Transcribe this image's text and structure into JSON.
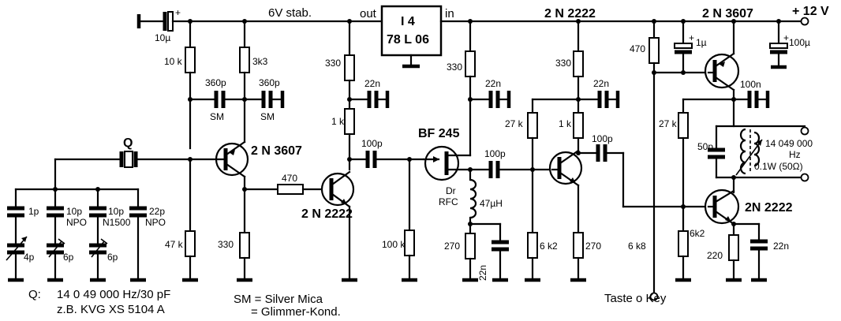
{
  "labels": {
    "stab": "6V stab.",
    "reg_out": "out",
    "reg_in": "in",
    "reg_name": "I 4",
    "reg_type": "78 L 06",
    "supply": "+ 12 V",
    "c_10u": "10µ",
    "r_10k": "10 k",
    "r_3k3": "3k3",
    "c_360p_a": "360p",
    "c_360p_b": "360p",
    "sm_a": "SM",
    "sm_b": "SM",
    "crystal": "Q",
    "t1": "2 N 3607",
    "r_330_top": "330",
    "c_22n_1": "22n",
    "r_1k_1": "1 k",
    "c_100p_1": "100p",
    "r_470": "470",
    "t2": "2 N 2222",
    "r_47k": "47 k",
    "r_330_e": "330",
    "c_1p": "1p",
    "c_4p": "4p",
    "c_10p_a": "10p",
    "npo_a": "NPO",
    "c_6p_a": "6p",
    "c_10p_b": "10p",
    "n1500": "N1500",
    "c_6p_b": "6p",
    "c_22p": "22p",
    "npo_b": "NPO",
    "fet": "BF 245",
    "r_330_fet": "330",
    "c_22n_2": "22n",
    "c_100p_2": "100p",
    "dr": "Dr",
    "rfc": "RFC",
    "ind": "47µH",
    "r_100k": "100 k",
    "r_270_s": "270",
    "c_22n_3": "22n",
    "t3_top": "2 N 2222",
    "r_330_t3": "330",
    "c_22n_4": "22n",
    "r_27k_1": "27 k",
    "r_1k_2": "1 k",
    "c_100p_3": "100p",
    "r_6k2_1": "6 k2",
    "r_270_t3": "270",
    "t4": "2 N 3607",
    "r_470_k": "470",
    "c_1u": "1µ",
    "c_100u": "100µ",
    "c_100n": "100n",
    "r_27k_2": "27 k",
    "c_50p": "50p",
    "freq": "14 049 000",
    "hz": "Hz",
    "power": "0.1W (50Ω)",
    "r_6k8": "6 k8",
    "r_6k2_2": "6k2",
    "t5": "2N 2222",
    "r_220": "220",
    "c_22n_5": "22n",
    "key": "Taste  o Key"
  },
  "notes": {
    "q_label": "Q:",
    "q_spec": "14 0 49 000   Hz/30 pF",
    "q_type": "z.B. KVG XS 5104 A",
    "sm_def": "SM = Silver Mica",
    "sm_def2": "= Glimmer-Kond."
  }
}
